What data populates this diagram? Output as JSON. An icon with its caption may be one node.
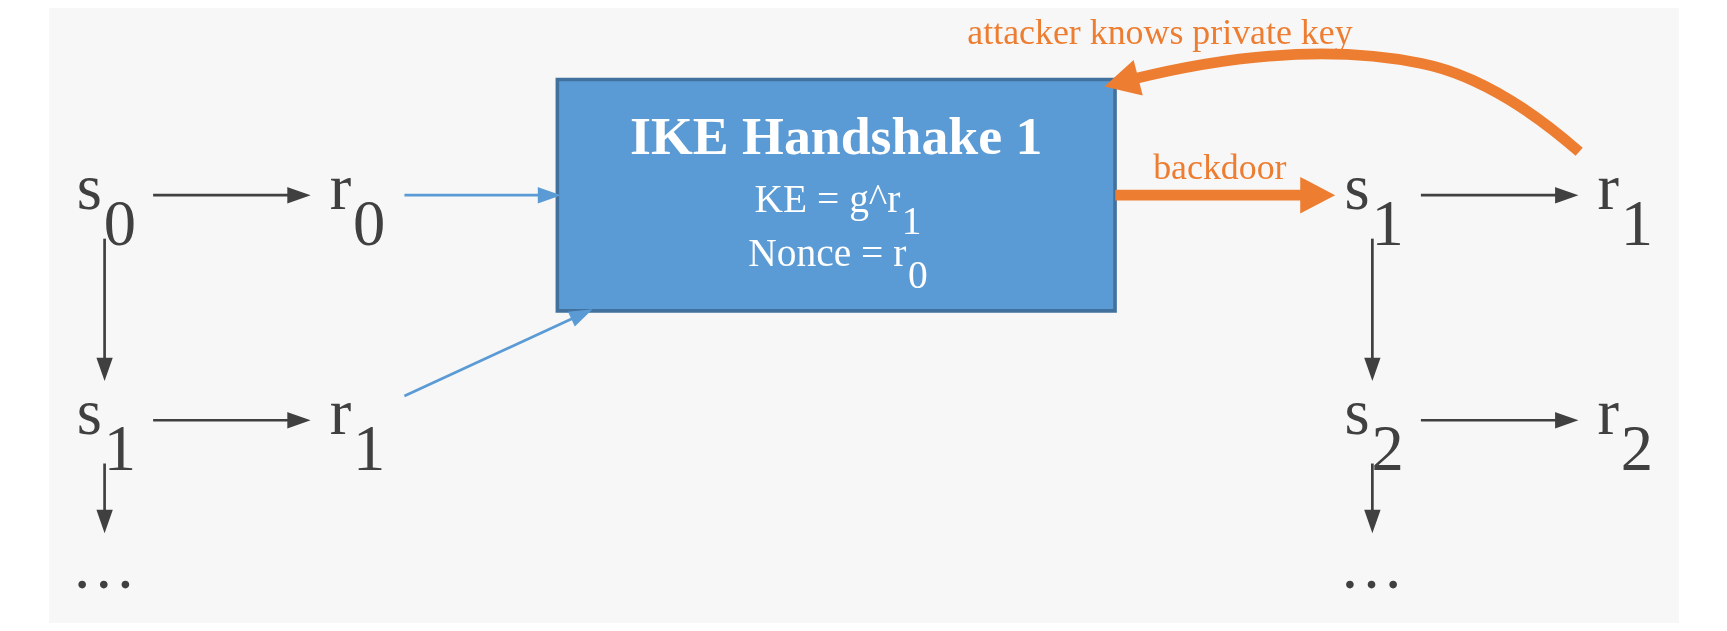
{
  "diagram": {
    "nodes": [
      {
        "text": [
          "s$_{0}$"
        ]
      },
      {
        "text": [
          "r$_{0}$"
        ]
      },
      {
        "text": [
          "IKE Handshake 1",
          "KE = g^r$_{1}$",
          "Nonce = r$_{0}$"
        ]
      },
      {
        "text": [
          "s$_{1}$"
        ]
      },
      {
        "text": [
          "r$_{1}$"
        ]
      },
      {
        "text": [
          "s$_{1}$"
        ]
      },
      {
        "text": [
          "r$_{1}$"
        ]
      },
      {
        "text": [
          "s$_{2}$"
        ]
      },
      {
        "text": [
          "r$_{2}$"
        ]
      },
      {
        "text": [
          "…"
        ]
      },
      {
        "text": [
          "…"
        ]
      }
    ],
    "edges": [
      {
        "from": 0,
        "to": 1,
        "arrow": "to"
      },
      {
        "from": 1,
        "to": 2,
        "arrow": "to",
        "color": "#5b9bd5"
      },
      {
        "from": 2,
        "to": 3,
        "arrow": "to",
        "label": "backdoor",
        "style": "thick",
        "color": "#ed7d31"
      },
      {
        "from": 4,
        "to": 2,
        "arrow": "to",
        "label": "attacker knows private key",
        "style": "thick",
        "color": "#ed7d31"
      },
      {
        "from": 3,
        "to": 4,
        "arrow": "to"
      },
      {
        "from": 0,
        "to": 5,
        "arrow": "to"
      },
      {
        "from": 3,
        "to": 7,
        "arrow": "to"
      },
      {
        "from": 5,
        "to": 6,
        "arrow": "to"
      },
      {
        "from": 6,
        "to": 2,
        "arrow": "to",
        "color": "#5b9bd5"
      },
      {
        "from": 7,
        "to": 8,
        "arrow": "to"
      },
      {
        "from": 5,
        "to": 9,
        "arrow": "to"
      },
      {
        "from": 7,
        "to": 10,
        "arrow": "to"
      }
    ]
  }
}
